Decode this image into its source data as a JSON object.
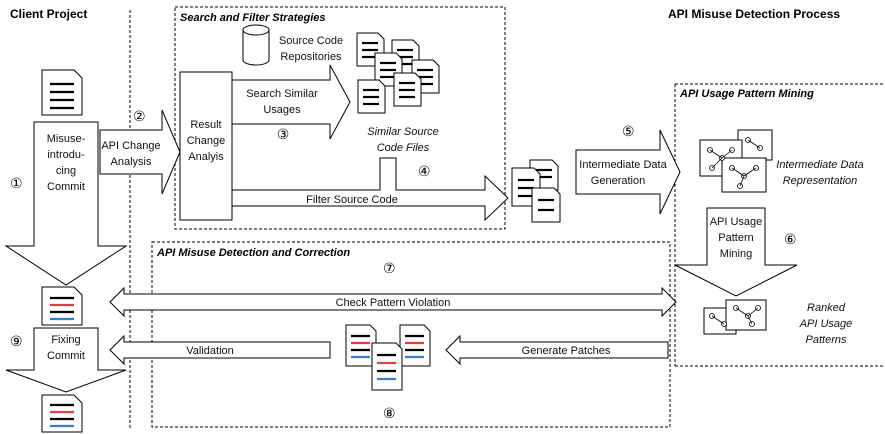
{
  "headings": {
    "client_project": "Client Project",
    "detection_process": "API Misuse Detection Process"
  },
  "sections": {
    "search_filter": "Search and Filter Strategies",
    "pattern_mining": "API Usage Pattern Mining",
    "detection_correction": "API Misuse Detection and Correction"
  },
  "labels": {
    "source_repos_1": "Source Code",
    "source_repos_2": "Repositories",
    "search_similar_1": "Search Similar",
    "search_similar_2": "Usages",
    "similar_files_1": "Similar Source",
    "similar_files_2": "Code Files",
    "filter_source": "Filter Source Code",
    "api_change_1": "API Change",
    "api_change_2": "Analysis",
    "result_change_1": "Result",
    "result_change_2": "Change",
    "result_change_3": "Analyis",
    "misuse_commit_1": "Misuse-",
    "misuse_commit_2": "introdu-",
    "misuse_commit_3": "cing",
    "misuse_commit_4": "Commit",
    "intermediate_gen_1": "Intermediate Data",
    "intermediate_gen_2": "Generation",
    "intermediate_rep_1": "Intermediate Data",
    "intermediate_rep_2": "Representation",
    "usage_mining_1": "API Usage",
    "usage_mining_2": "Pattern",
    "usage_mining_3": "Mining",
    "ranked_1": "Ranked",
    "ranked_2": "API Usage",
    "ranked_3": "Patterns",
    "check_violation": "Check Pattern Violation",
    "validation": "Validation",
    "generate_patches": "Generate Patches",
    "fixing_1": "Fixing",
    "fixing_2": "Commit"
  },
  "step_numbers": {
    "s1": "①",
    "s2": "②",
    "s3": "③",
    "s4": "④",
    "s5": "⑤",
    "s6": "⑥",
    "s7": "⑦",
    "s8": "⑧",
    "s9": "⑨"
  },
  "colors": {
    "red_line": "#e04040",
    "blue_line": "#3a7ad0"
  }
}
